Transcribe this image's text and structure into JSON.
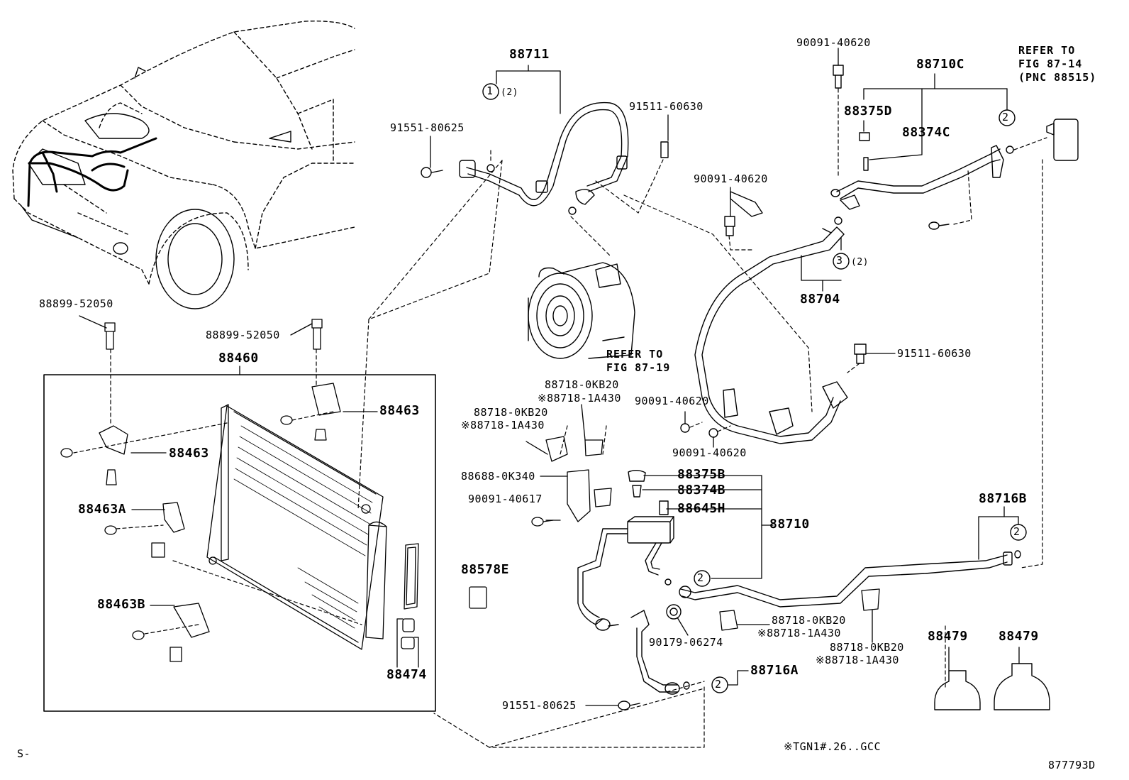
{
  "labels": {
    "p88711": "88711",
    "p88711_note": "(2)",
    "p91551_80625_top": "91551-80625",
    "p91511_60630_top": "91511-60630",
    "p90091_40620_top": "90091-40620",
    "p88710C": "88710C",
    "p88375D": "88375D",
    "p88374C": "88374C",
    "p90091_40620_mid": "90091-40620",
    "p88704": "88704",
    "p88704_note": "(2)",
    "ref_fig_87_14": "REFER TO\nFIG 87-14\n(PNC 88515)",
    "ref_fig_87_19": "REFER TO\nFIG 87-19",
    "p91511_60630_right": "91511-60630",
    "p88899_52050_a": "88899-52050",
    "p88899_52050_b": "88899-52050",
    "p88460": "88460",
    "p88463_a": "88463",
    "p88463_b": "88463",
    "p88463A": "88463A",
    "p88463B": "88463B",
    "p88474": "88474",
    "p88718_0KB20_a": "88718-0KB20",
    "p88718_1A430_a": "※88718-1A430",
    "p88718_0KB20_b": "88718-0KB20",
    "p88718_1A430_b": "※88718-1A430",
    "p88688_0K340": "88688-0K340",
    "p90091_40617": "90091-40617",
    "p88578E": "88578E",
    "p90091_40620_c": "90091-40620",
    "p90091_40620_d": "90091-40620",
    "p88375B": "88375B",
    "p88374B": "88374B",
    "p88645H": "88645H",
    "p88710": "88710",
    "p88716B": "88716B",
    "p88718_0KB20_c": "88718-0KB20",
    "p88718_1A430_c": "※88718-1A430",
    "p88718_0KB20_d": "88718-0KB20",
    "p88718_1A430_d": "※88718-1A430",
    "p90179_06274": "90179-06274",
    "p88716A": "88716A",
    "p91551_80625_bot": "91551-80625",
    "p88479_a": "88479",
    "p88479_b": "88479",
    "footnote_model": "※TGN1#.26..GCC",
    "figure_code": "877793D",
    "corner_mark": "S-"
  },
  "callouts": {
    "c1": "1",
    "c2": "2",
    "c3": "3"
  }
}
